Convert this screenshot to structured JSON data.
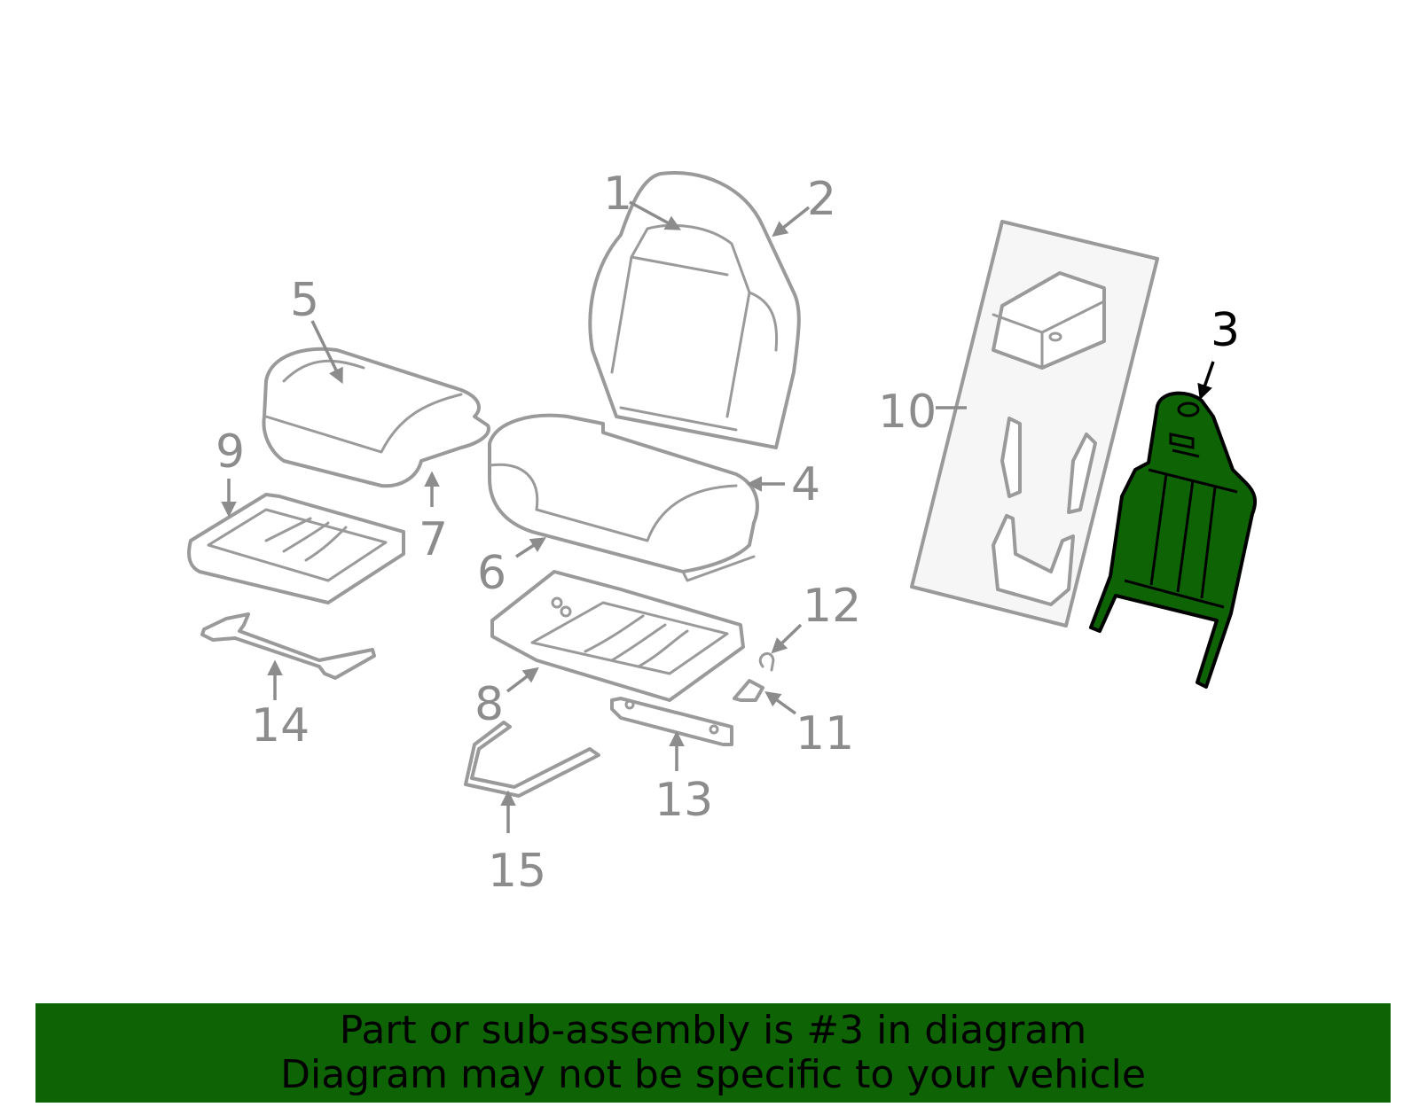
{
  "callouts": [
    "1",
    "2",
    "3",
    "4",
    "5",
    "6",
    "7",
    "8",
    "9",
    "10",
    "11",
    "12",
    "13",
    "14",
    "15"
  ],
  "highlighted_part": "3",
  "colors": {
    "highlight": "#0e6405",
    "line": "#9a9a9a",
    "label": "#8c8c8c",
    "banner": "#0e6405"
  },
  "banner": {
    "line1": "Part or sub-assembly is #3 in diagram",
    "line2": "Diagram may not be specific to your vehicle"
  }
}
